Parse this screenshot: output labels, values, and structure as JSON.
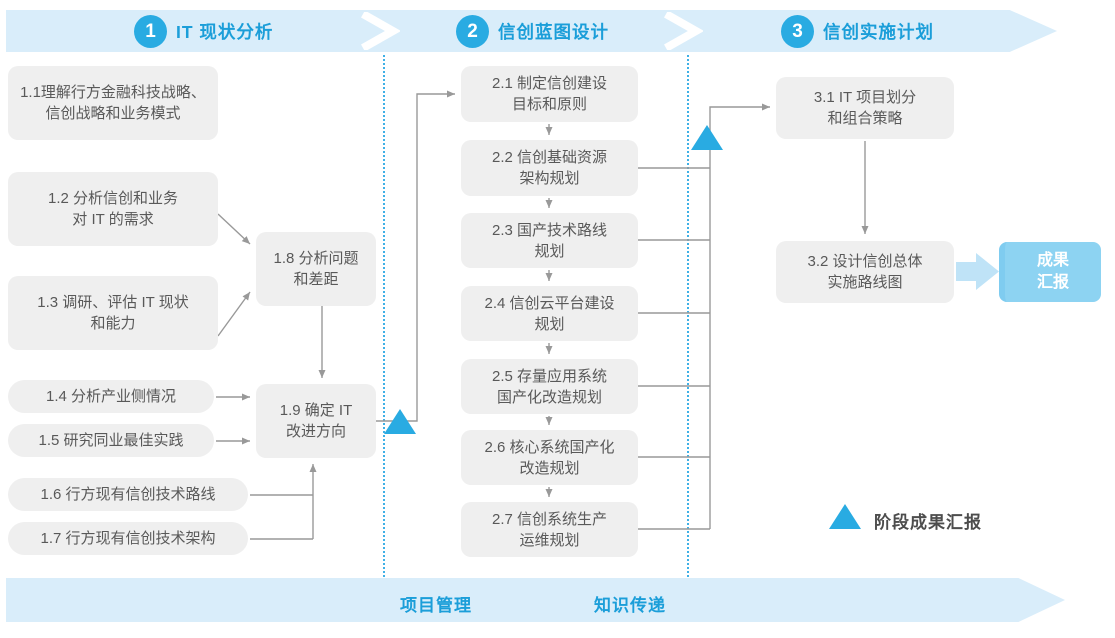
{
  "header": {
    "phases": [
      {
        "number": "1",
        "title": "IT 现状分析"
      },
      {
        "number": "2",
        "title": "信创蓝图设计"
      },
      {
        "number": "3",
        "title": "信创实施计划"
      }
    ]
  },
  "phase1": {
    "steps": [
      "1.1理解行方金融科技战略、\n信创战略和业务模式",
      "1.2 分析信创和业务\n对 IT 的需求",
      "1.3 调研、评估 IT 现状\n和能力",
      "1.4 分析产业侧情况",
      "1.5 研究同业最佳实践",
      "1.6 行方现有信创技术路线",
      "1.7 行方现有信创技术架构",
      "1.8 分析问题\n和差距",
      "1.9 确定 IT\n改进方向"
    ]
  },
  "phase2": {
    "steps": [
      "2.1 制定信创建设\n目标和原则",
      "2.2 信创基础资源\n架构规划",
      "2.3 国产技术路线\n规划",
      "2.4 信创云平台建设\n规划",
      "2.5 存量应用系统\n国产化改造规划",
      "2.6 核心系统国产化\n改造规划",
      "2.7 信创系统生产\n运维规划"
    ]
  },
  "phase3": {
    "steps": [
      "3.1 IT 项目划分\n和组合策略",
      "3.2 设计信创总体\n实施路线图"
    ]
  },
  "deliverable": {
    "label": "成果\n汇报"
  },
  "legend": {
    "label": "阶段成果汇报"
  },
  "footer": {
    "items": [
      "项目管理",
      "知识传递"
    ]
  },
  "colors": {
    "accent_blue": "#29abe2",
    "band_blue": "#d9edfa",
    "header_text": "#1b9ed9",
    "node_fill": "#efefef",
    "node_text": "#595959",
    "connector_gray": "#999999",
    "deliverable_fill": "#8dd3f2",
    "fat_arrow": "#bfe3f7"
  }
}
